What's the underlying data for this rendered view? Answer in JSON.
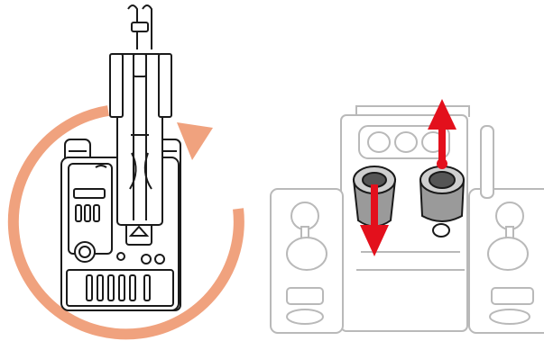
{
  "diagram": {
    "colors": {
      "rotation_arrow": "#f0a27e",
      "direction_arrow": "#e3101c",
      "outline": "#1a1a1a",
      "cab_outline": "#b9b9b9",
      "lever_fill": "#9a9a9a",
      "lever_dark": "#555555"
    },
    "left_panel": {
      "subject": "excavator-top-view",
      "motion": "swing-clockwise",
      "icon": "rotation-arrow-icon"
    },
    "right_panel": {
      "subject": "operator-cab-controls",
      "left_lever_motion": "backward",
      "right_lever_motion": "forward",
      "icons": [
        "arrow-down-icon",
        "arrow-up-icon",
        "joystick-icon"
      ]
    }
  }
}
